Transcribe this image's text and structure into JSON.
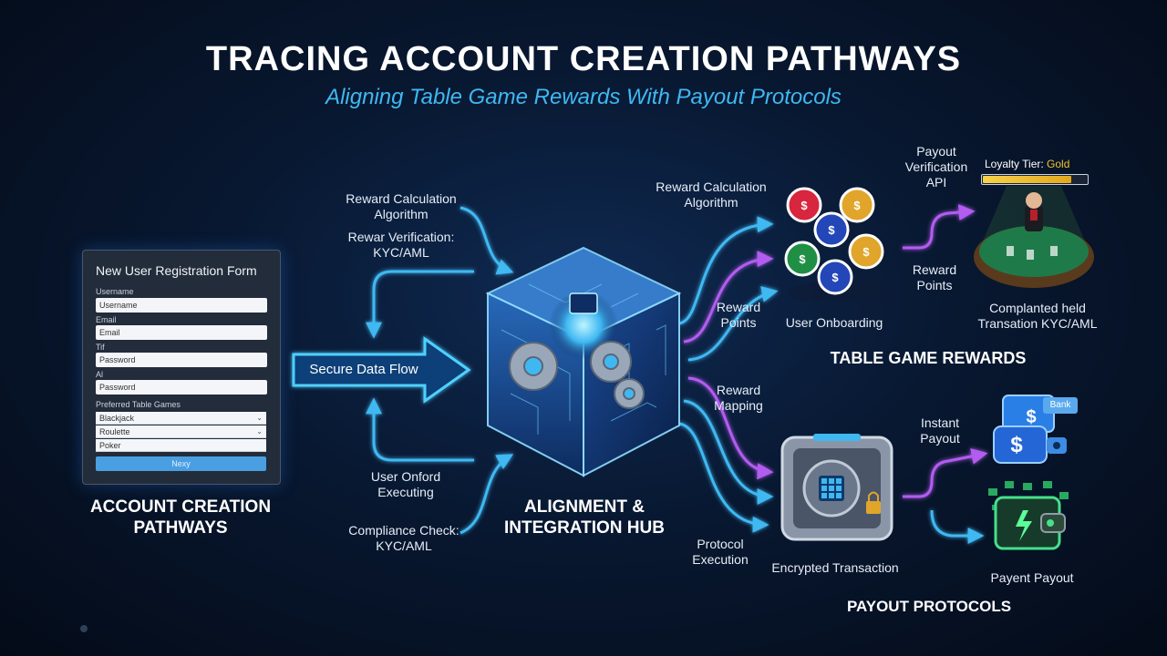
{
  "header": {
    "title": "TRACING ACCOUNT CREATION PATHWAYS",
    "subtitle": "Aligning Table Game Rewards With Payout Protocols"
  },
  "form": {
    "title": "New User Registration Form",
    "fields": [
      {
        "label": "Username",
        "value": "Username"
      },
      {
        "label": "Email",
        "value": "Email"
      },
      {
        "label": "Tif",
        "value": "Password"
      },
      {
        "label": "Al",
        "value": "Password"
      }
    ],
    "games_label": "Preferred Table Games",
    "games": [
      "Blackjack",
      "Roulette",
      "Poker"
    ],
    "button": "Nexy"
  },
  "labels": {
    "account_pathways": "ACCOUNT CREATION PATHWAYS",
    "secure_flow": "Secure Data Flow",
    "hub": "ALIGNMENT & INTEGRATION HUB",
    "in_reward_calc": "Reward Calculation Algorithm",
    "in_reward_verif": "Rewar Verification: KYC/AML",
    "in_user_onboard": "User Onford Executing",
    "in_compliance": "Compliance Check: KYC/AML",
    "out_reward_calc": "Reward Calculation Algorithm",
    "out_reward_points": "Reward Points",
    "out_reward_mapping": "Reward Mapping",
    "out_protocol_exec": "Protocol Execution",
    "user_onboarding": "User Onboarding",
    "payout_api": "Payout Verification API",
    "loyalty_prefix": "Loyalty Tier: ",
    "loyalty_tier": "Gold",
    "reward_points2": "Reward Points",
    "completed": "Complanted held Transation KYC/AML",
    "table_rewards": "TABLE GAME REWARDS",
    "encrypted": "Encrypted Transaction",
    "instant_payout": "Instant Payout",
    "bank": "Bank",
    "payment_payout": "Payent  Payout",
    "payout_protocols": "PAYOUT PROTOCOLS"
  },
  "loyalty_progress": 0.85,
  "icons": {
    "hub": "circuit-cube-gears-icon",
    "chips": "casino-chips-icon",
    "table": "card-table-dealer-icon",
    "vault": "secure-vault-icon",
    "bank_app": "bank-payment-card-icon",
    "wallet": "digital-wallet-icon"
  },
  "colors": {
    "background": "#081831",
    "accent_blue": "#3fb8f2",
    "accent_purple": "#b35cf0",
    "gold": "#f2c230",
    "felt_green": "#1f7a4a"
  }
}
